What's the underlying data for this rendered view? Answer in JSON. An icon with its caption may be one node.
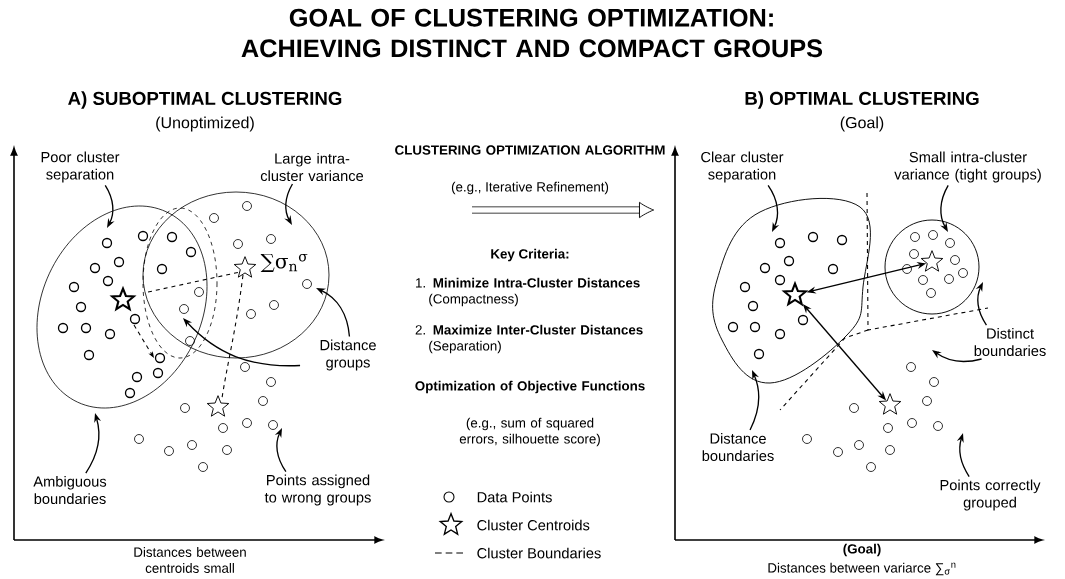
{
  "diagram": {
    "title": "GOAL OF CLUSTERING OPTIMIZATION: ACHIEVING DISTINCT AND COMPACT GROUPS",
    "nodes": [
      {
        "text": [
          "Poor cluster separation"
        ]
      },
      {
        "text": [
          "Large intra-cluster variance"
        ]
      },
      {
        "text": [
          "Distance groups"
        ]
      },
      {
        "text": [
          "Ambiguous boundaries"
        ]
      },
      {
        "text": [
          "Points assigned to wrong groups"
        ]
      },
      {
        "text": [
          "Clear cluster separation"
        ]
      },
      {
        "text": [
          "Small intra-cluster variance (tight groups)"
        ]
      },
      {
        "text": [],
        "shape": "star"
      },
      {
        "text": [],
        "shape": "star"
      },
      {
        "text": [
          "Distinct boundaries"
        ]
      },
      {
        "text": [
          "Distance boundaries"
        ]
      },
      {
        "text": [],
        "shape": "star"
      },
      {
        "text": [
          "Points correctly grouped"
        ]
      },
      {
        "text": [],
        "shape": "star"
      },
      {
        "text": [],
        "shape": "star"
      },
      {
        "text": [],
        "shape": "star"
      }
    ],
    "edges": [
      {
        "from": 0,
        "to": null,
        "arrow": "to"
      },
      {
        "from": 1,
        "to": null,
        "arrow": "to"
      },
      {
        "from": 2,
        "to": null,
        "arrow": "to"
      },
      {
        "from": 2,
        "to": null,
        "arrow": "to"
      },
      {
        "from": 3,
        "to": null,
        "arrow": "to"
      },
      {
        "from": 4,
        "to": null,
        "arrow": "to"
      },
      {
        "from": 5,
        "to": null,
        "arrow": "to"
      },
      {
        "from": 6,
        "to": null,
        "arrow": "to"
      },
      {
        "from": 7,
        "to": 8,
        "arrow": "both"
      },
      {
        "from": 7,
        "to": 11,
        "arrow": "both"
      },
      {
        "from": 9,
        "to": null,
        "arrow": "to"
      },
      {
        "from": 9,
        "to": null,
        "arrow": "to"
      },
      {
        "from": 10,
        "to": null,
        "arrow": "to"
      },
      {
        "from": 12,
        "to": null,
        "arrow": "to"
      }
    ],
    "labels": [
      "A) SUBOPTIMAL CLUSTERING",
      "(Unoptimized)",
      "B) OPTIMAL CLUSTERING",
      "(Goal)",
      "CLUSTERING OPTIMIZATION ALGORITHM",
      "(e.g., Iterative Refinement)",
      "Key Criteria:",
      "1. **Minimize Intra-Cluster Distances** (Compactness)",
      "2. **Maximize Inter-Cluster Distances** (Separation)",
      "Optimization of Objective Functions",
      "(e.g., sum of squared errors, silhouette score)",
      "∑σ$_{n}$$^{σ}$",
      "Distances between centroids small",
      "(Goal)",
      "Distances between variarce ∑$_{σ}$$^{n}$"
    ],
    "legend": [
      {
        "text": "Data Points"
      },
      {
        "text": "Cluster Centroids"
      },
      {
        "text": "Cluster Boundaries"
      }
    ]
  }
}
